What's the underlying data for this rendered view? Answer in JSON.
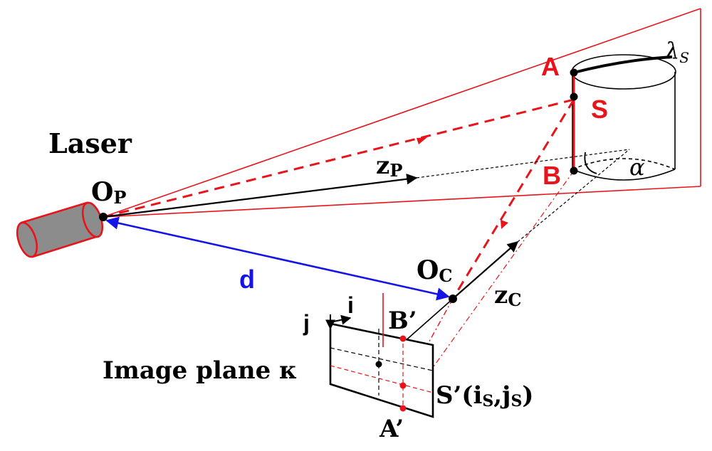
{
  "colors": {
    "red": "#e8141b",
    "blue": "#1414e6",
    "black": "#000000",
    "laser_body": "#8c8c8c"
  },
  "labels": {
    "laser": "Laser",
    "op_main": "O",
    "op_sub": "P",
    "zp_main": "z",
    "zp_sub": "P",
    "d": "d",
    "oc_main": "O",
    "oc_sub": "C",
    "zc_main": "z",
    "zc_sub": "C",
    "A": "A",
    "S": "S",
    "B": "B",
    "lambda_main": "λ",
    "lambda_sub": "S",
    "alpha": "α",
    "i": "i",
    "j": "j",
    "b_prime": "B’",
    "a_prime": "A’",
    "image_plane": "Image plane κ",
    "s_prime_prefix": "S’(i",
    "s_prime_sub1": "S",
    "s_prime_mid": ",j",
    "s_prime_sub2": "S",
    "s_prime_suffix": ")"
  }
}
